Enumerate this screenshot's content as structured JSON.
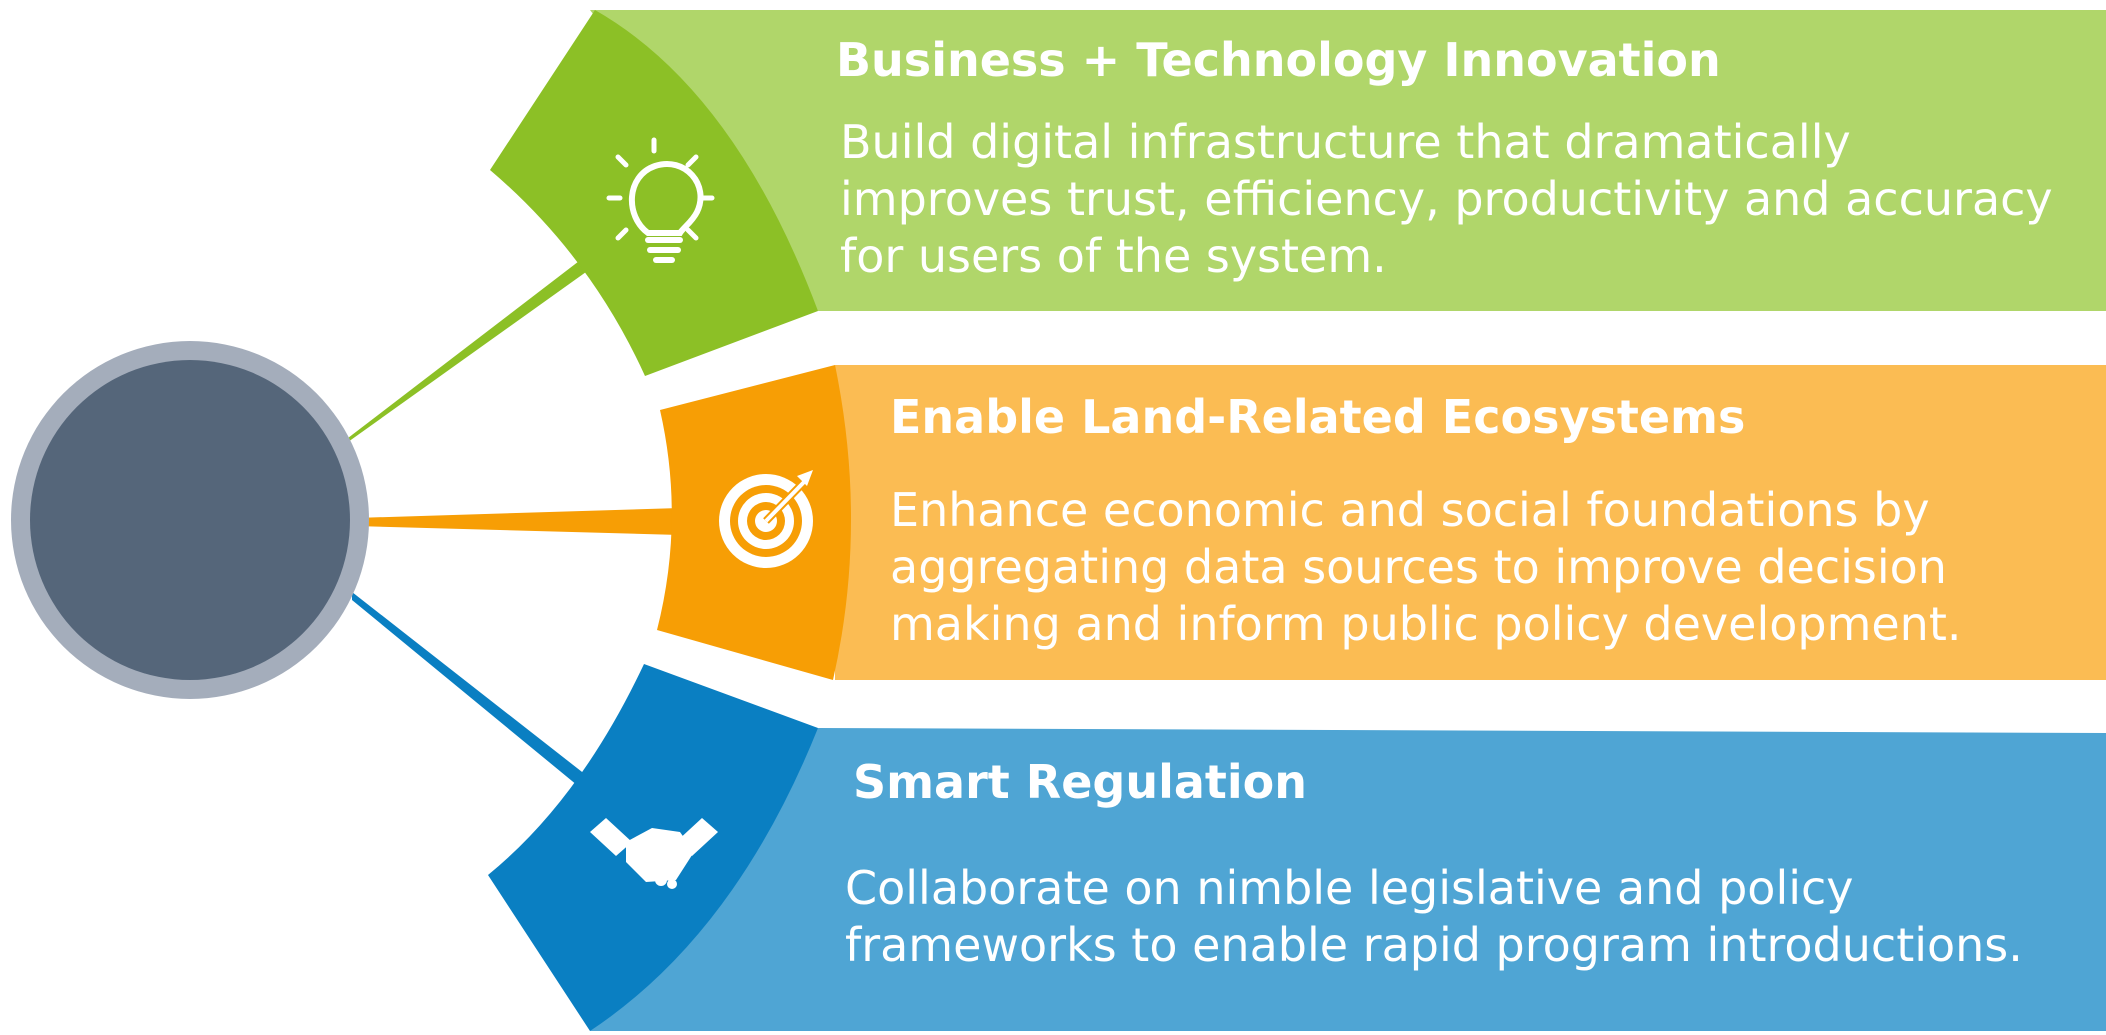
{
  "colors": {
    "hub_ring": "#a4adbb",
    "hub_fill": "#55667a",
    "green_dark": "#8cc026",
    "green_light": "#b0d66a",
    "orange_dark": "#f79e05",
    "orange_light": "#fbbc53",
    "blue_dark": "#0a7fc2",
    "blue_light": "#4fa5d4",
    "text": "#ffffff"
  },
  "items": [
    {
      "icon": "lightbulb-icon",
      "title": "Business + Technology Innovation",
      "description": "Build digital infrastructure that dramatically\nimproves trust, efficiency, productivity and accuracy\nfor users of the system."
    },
    {
      "icon": "target-icon",
      "title": "Enable Land-Related Ecosystems",
      "description": "Enhance economic and social foundations by\naggregating data sources to improve decision\nmaking and inform public policy development."
    },
    {
      "icon": "handshake-icon",
      "title": "Smart Regulation",
      "description": "Collaborate on nimble legislative and policy\nframeworks to enable rapid program introductions."
    }
  ]
}
